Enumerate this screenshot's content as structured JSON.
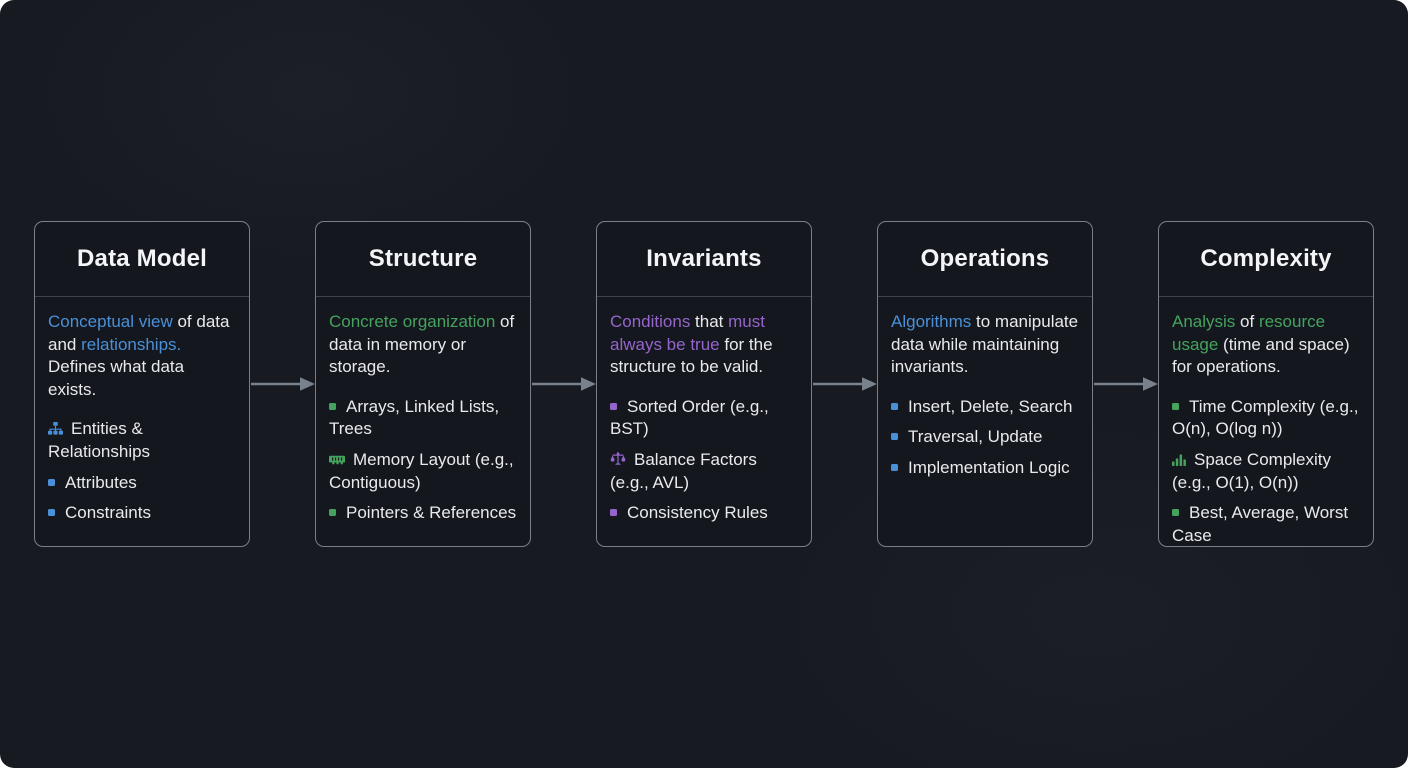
{
  "diagram": {
    "name": "Data structure concepts flow",
    "colors": {
      "background": "#171a21",
      "card_background": "#14171e",
      "card_border": "#78808c",
      "header_divider": "#3e434c",
      "arrow": "#79818d",
      "text": "#e9eaec",
      "title": "#f4f5f6",
      "blue": "#4a90d8",
      "green": "#45a35e",
      "purple": "#9565cb"
    },
    "cards": [
      {
        "id": "data-model",
        "title": "Data Model",
        "accent": "blue",
        "description": [
          {
            "text": "Conceptual view",
            "accented": true
          },
          {
            "text": " of data and ",
            "accented": false
          },
          {
            "text": "relationships.",
            "accented": true
          },
          {
            "text": "Defines what data exists.",
            "accented": false,
            "new_line": true
          }
        ],
        "bullets": [
          {
            "icon": "sitemap-icon",
            "text": "Entities & Relationships"
          },
          {
            "icon": "square-bullet-icon",
            "text": "Attributes"
          },
          {
            "icon": "square-bullet-icon",
            "text": "Constraints"
          }
        ]
      },
      {
        "id": "structure",
        "title": "Structure",
        "accent": "green",
        "description": [
          {
            "text": "Concrete organization",
            "accented": true
          },
          {
            "text": " of data in memory or storage.",
            "accented": false
          }
        ],
        "bullets": [
          {
            "icon": "square-bullet-icon",
            "text": "Arrays, Linked Lists, Trees"
          },
          {
            "icon": "memory-icon",
            "text": "Memory Layout (e.g., Contiguous)"
          },
          {
            "icon": "square-bullet-icon",
            "text": "Pointers & References"
          }
        ]
      },
      {
        "id": "invariants",
        "title": "Invariants",
        "accent": "purple",
        "description": [
          {
            "text": "Conditions",
            "accented": true
          },
          {
            "text": " that ",
            "accented": false
          },
          {
            "text": "must always be true",
            "accented": true
          },
          {
            "text": " for the structure to be valid.",
            "accented": false
          }
        ],
        "bullets": [
          {
            "icon": "square-bullet-icon",
            "text": "Sorted Order (e.g., BST)"
          },
          {
            "icon": "balance-scale-icon",
            "text": "Balance Factors (e.g., AVL)"
          },
          {
            "icon": "square-bullet-icon",
            "text": "Consistency Rules"
          }
        ]
      },
      {
        "id": "operations",
        "title": "Operations",
        "accent": "blue",
        "description": [
          {
            "text": "Algorithms",
            "accented": true
          },
          {
            "text": " to manipulate data while maintaining invariants.",
            "accented": false
          }
        ],
        "bullets": [
          {
            "icon": "square-bullet-icon",
            "text": "Insert, Delete, Search"
          },
          {
            "icon": "square-bullet-icon",
            "text": "Traversal, Update"
          },
          {
            "icon": "square-bullet-icon",
            "text": "Implementation Logic"
          }
        ]
      },
      {
        "id": "complexity",
        "title": "Complexity",
        "accent": "green",
        "description": [
          {
            "text": "Analysis",
            "accented": true
          },
          {
            "text": " of ",
            "accented": false
          },
          {
            "text": "resource usage",
            "accented": true
          },
          {
            "text": " (time and space) for operations.",
            "accented": false
          }
        ],
        "bullets": [
          {
            "icon": "square-bullet-icon",
            "text": "Time Complexity (e.g., O(n), O(log n))"
          },
          {
            "icon": "bar-chart-icon",
            "text": "Space Complexity (e.g., O(1), O(n))"
          },
          {
            "icon": "square-bullet-icon",
            "text": "Best, Average, Worst Case"
          }
        ]
      }
    ]
  }
}
